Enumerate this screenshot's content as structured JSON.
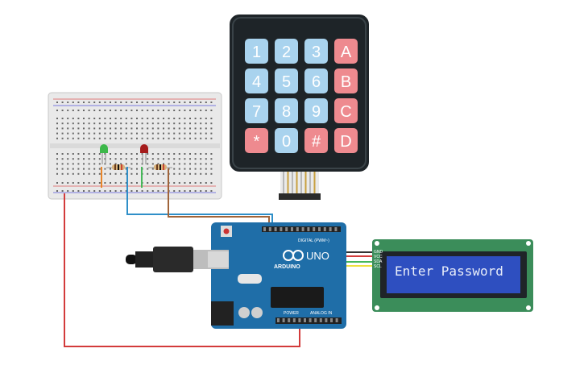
{
  "keypad": {
    "keys": [
      {
        "label": "1",
        "type": "num"
      },
      {
        "label": "2",
        "type": "num"
      },
      {
        "label": "3",
        "type": "num"
      },
      {
        "label": "A",
        "type": "func"
      },
      {
        "label": "4",
        "type": "num"
      },
      {
        "label": "5",
        "type": "num"
      },
      {
        "label": "6",
        "type": "num"
      },
      {
        "label": "B",
        "type": "func"
      },
      {
        "label": "7",
        "type": "num"
      },
      {
        "label": "8",
        "type": "num"
      },
      {
        "label": "9",
        "type": "num"
      },
      {
        "label": "C",
        "type": "func"
      },
      {
        "label": "*",
        "type": "func"
      },
      {
        "label": "0",
        "type": "num"
      },
      {
        "label": "#",
        "type": "func"
      },
      {
        "label": "D",
        "type": "func"
      }
    ]
  },
  "lcd": {
    "text": "Enter Password",
    "pins": [
      "GND",
      "VCC",
      "SDA",
      "SCL"
    ]
  },
  "arduino": {
    "digital_label": "DIGITAL (PWM~)",
    "model": "UNO",
    "brand": "ARDUINO",
    "power_label": "POWER",
    "analog_label": "ANALOG IN"
  },
  "leds": [
    {
      "color": "green"
    },
    {
      "color": "red"
    }
  ],
  "colors": {
    "num_key": "#a9d3ee",
    "func_key": "#ee8a8f",
    "keypad_body": "#1e2428",
    "lcd_screen": "#2e4fc0",
    "pcb": "#3b8d5a",
    "arduino": "#1f6ea8",
    "wire_red": "#d33b3b",
    "wire_blue": "#2f8fc8",
    "wire_brown": "#a0643a",
    "wire_yellow": "#f0e040",
    "wire_green": "#46b85a",
    "wire_orange": "#e8852a"
  }
}
